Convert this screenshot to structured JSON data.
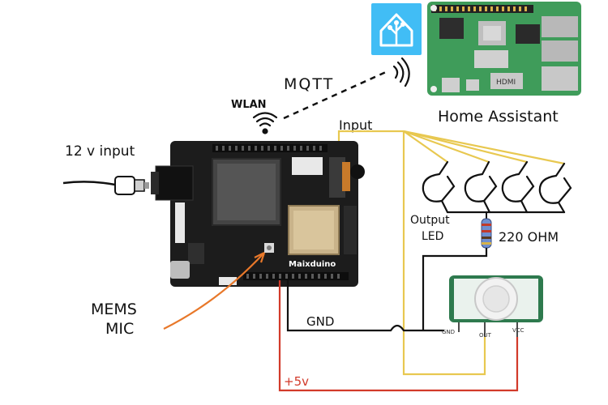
{
  "labels": {
    "home_assistant": "Home Assistant",
    "mqtt": "MQTT",
    "wlan": "WLAN",
    "input_top": "Input",
    "power_input": "12 v input",
    "output_led_line1": "Output",
    "output_led_line2": "LED",
    "resistor": "220 OHM",
    "mems_line1": "MEMS",
    "mems_line2": "MIC",
    "gnd": "GND",
    "plus5v": "+5v",
    "board_name": "Maixduino",
    "pir_gnd": "GND",
    "pir_out": "OUT",
    "pir_vcc": "VCC",
    "pi_hdmi": "HDMI"
  },
  "icons": {
    "home_assistant": "home-assistant-logo-icon",
    "wifi": "wifi-icon",
    "signal": "wireless-signal-icon",
    "plug": "power-plug-icon"
  },
  "colors": {
    "ha_blue": "#41bdf5",
    "board": "#1c1c1c",
    "pi_green": "#3f9c5a",
    "wire_yellow": "#e8c850",
    "wire_red": "#d23a2a",
    "wire_black": "#111111",
    "arrow_orange": "#e8782a"
  }
}
